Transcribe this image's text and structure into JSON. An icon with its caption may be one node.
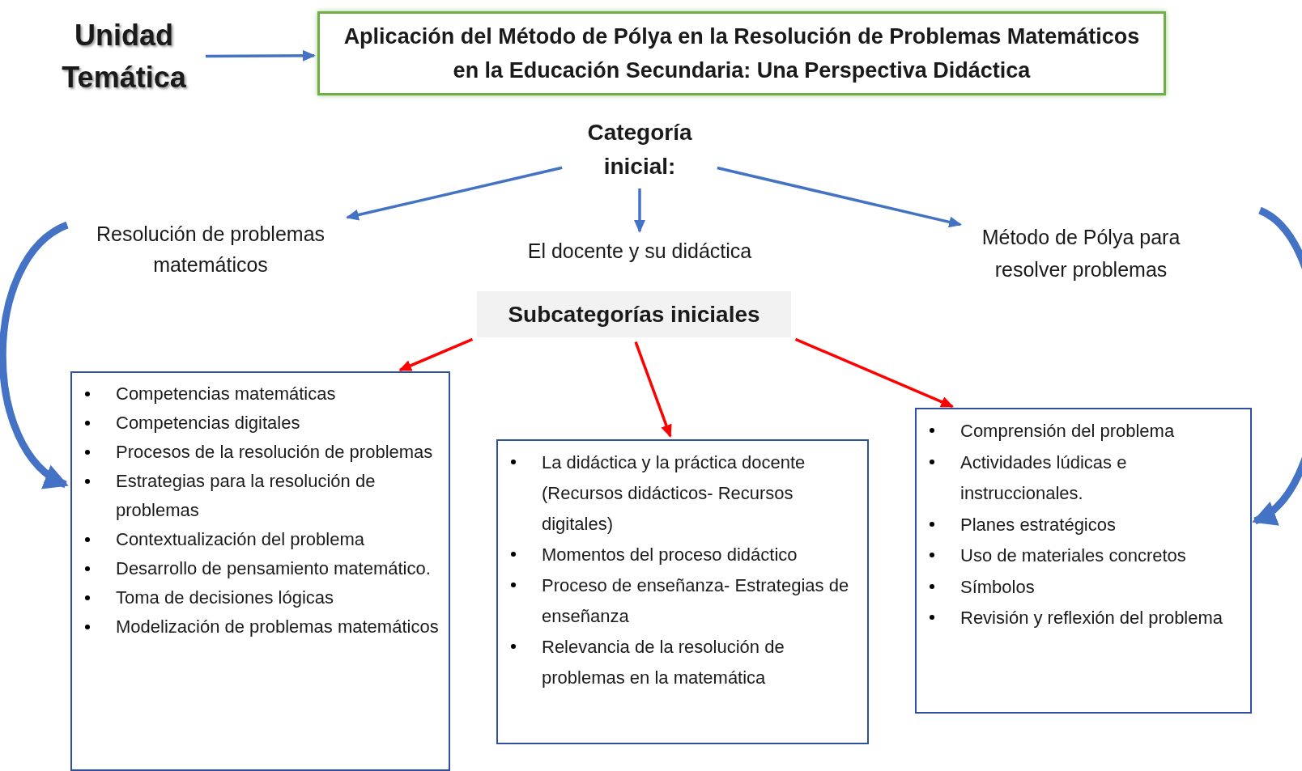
{
  "diagram": {
    "nodes": [
      {
        "text": [
          "Unidad Temática"
        ]
      },
      {
        "text": [
          "Aplicación del Método de Pólya en la Resolución de Problemas Matemáticos en la Educación Secundaria: Una Perspectiva Didáctica"
        ]
      },
      {
        "text": [
          "Categoría inicial:"
        ]
      },
      {
        "text": [
          "Resolución de problemas matemáticos"
        ]
      },
      {
        "text": [
          "El docente y su didáctica"
        ]
      },
      {
        "text": [
          "Método de Pólya para resolver problemas"
        ]
      },
      {
        "text": [
          "Subcategorías iniciales"
        ]
      },
      {
        "text": [
          "Competencias matemáticas",
          "Competencias digitales",
          "Procesos de la resolución de problemas",
          "Estrategias para la resolución de problemas",
          "Contextualización del problema",
          "Desarrollo de pensamiento matemático.",
          "Toma de decisiones lógicas",
          "Modelización de problemas matemáticos"
        ]
      },
      {
        "text": [
          "La didáctica y la práctica docente (Recursos didácticos- Recursos digitales)",
          "Momentos del proceso didáctico",
          "Proceso de enseñanza- Estrategias de enseñanza",
          "Relevancia de la resolución de problemas en la matemática"
        ]
      },
      {
        "text": [
          "Comprensión del problema",
          "Actividades lúdicas e instruccionales.",
          "Planes estratégicos",
          "Uso de materiales concretos",
          "Símbolos",
          "Revisión y reflexión del problema"
        ]
      }
    ],
    "edges": [
      {
        "from": 0,
        "to": 1,
        "arrow": "to"
      },
      {
        "from": 2,
        "to": 3,
        "arrow": "to"
      },
      {
        "from": 2,
        "to": 4,
        "arrow": "to"
      },
      {
        "from": 2,
        "to": 5,
        "arrow": "to"
      },
      {
        "from": 6,
        "to": 7,
        "arrow": "to",
        "color": "#ff0000"
      },
      {
        "from": 6,
        "to": 8,
        "arrow": "to",
        "color": "#ff0000"
      },
      {
        "from": 6,
        "to": 9,
        "arrow": "to",
        "color": "#ff0000"
      },
      {
        "from": 3,
        "to": 7,
        "arrow": "to",
        "style": "thick"
      },
      {
        "from": 5,
        "to": 9,
        "arrow": "to",
        "style": "thick"
      }
    ]
  }
}
